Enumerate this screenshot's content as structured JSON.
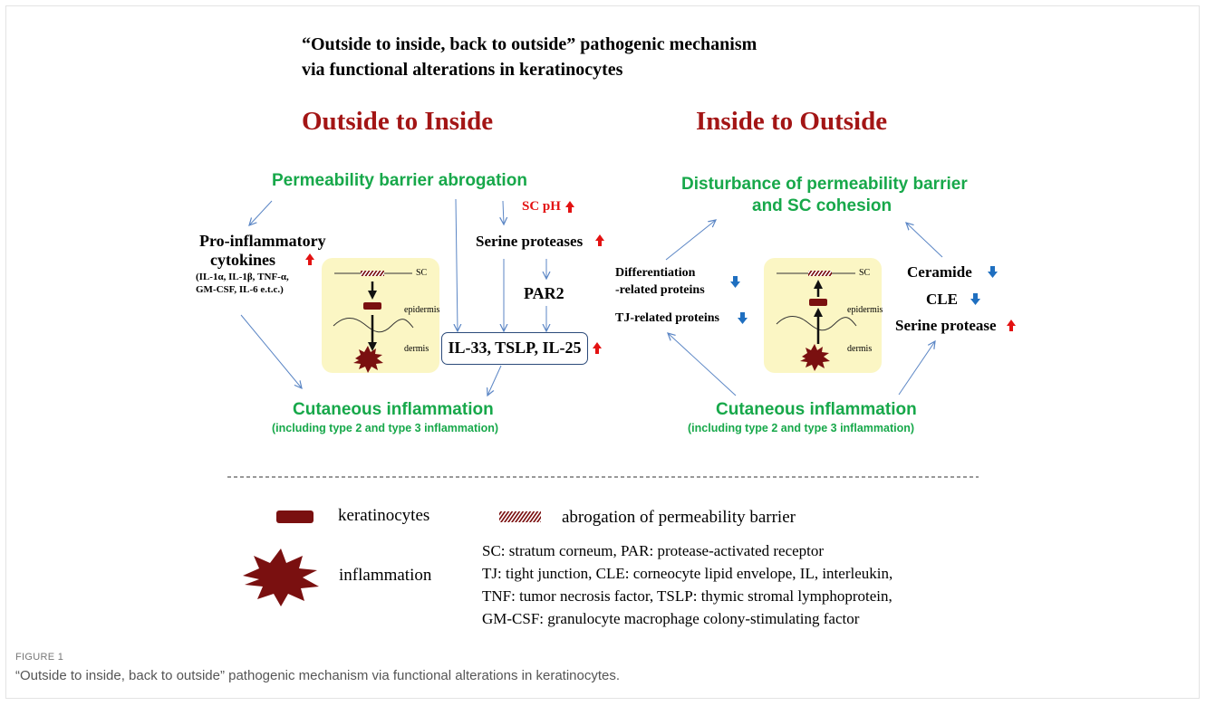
{
  "figure": {
    "title_line1": "“Outside to inside, back to outside” pathogenic mechanism",
    "title_line2": "via functional alterations in keratinocytes"
  },
  "left_panel": {
    "heading": "Outside to Inside",
    "permeability": "Permeability barrier abrogation",
    "sc_ph": "SC pH",
    "serine_proteases": "Serine proteases",
    "par2": "PAR2",
    "pro_inflammatory_line1": "Pro-inflammatory",
    "pro_inflammatory_line2": "cytokines",
    "cytokine_list_line1": "(IL-1α, IL-1β, TNF-α,",
    "cytokine_list_line2": "GM-CSF, IL-6 e.t.c.)",
    "il_box": "IL-33, TSLP, IL-25",
    "inflammation": "Cutaneous inflammation",
    "inflammation_sub": "(including type 2 and type 3  inflammation)",
    "skin": {
      "sc": "SC",
      "epidermis": "epidermis",
      "dermis": "dermis"
    }
  },
  "right_panel": {
    "heading": "Inside to Outside",
    "disturbance_line1": "Disturbance of permeability barrier",
    "disturbance_line2": "and SC cohesion",
    "differentiation_line1": "Differentiation",
    "differentiation_line2": "-related proteins",
    "tj_related": "TJ-related proteins",
    "ceramide": "Ceramide",
    "cle": "CLE",
    "serine_protease": "Serine protease",
    "inflammation": "Cutaneous inflammation",
    "inflammation_sub": "(including type 2 and type 3  inflammation)",
    "skin": {
      "sc": "SC",
      "epidermis": "epidermis",
      "dermis": "dermis"
    }
  },
  "legend": {
    "keratinocytes": "keratinocytes",
    "abrogation": "abrogation of permeability barrier",
    "inflammation": "inflammation",
    "abbr_line1": "SC: stratum corneum, PAR: protease-activated receptor",
    "abbr_line2": "TJ: tight junction, CLE: corneocyte lipid envelope, IL, interleukin,",
    "abbr_line3": "TNF: tumor necrosis factor, TSLP: thymic stromal lymphoprotein,",
    "abbr_line4": "GM-CSF: granulocyte macrophage colony-stimulating factor"
  },
  "caption": {
    "label": "FIGURE 1",
    "text": "“Outside to inside, back to outside” pathogenic mechanism via functional alterations in keratinocytes."
  },
  "colors": {
    "green": "#17a84a",
    "dark_red": "#a31515",
    "up_arrow": "#e31212",
    "down_arrow": "#1f6fc0",
    "connector": "#5b86c5",
    "skin_box": "#fbf6c4",
    "keratinocyte": "#7a1010"
  }
}
